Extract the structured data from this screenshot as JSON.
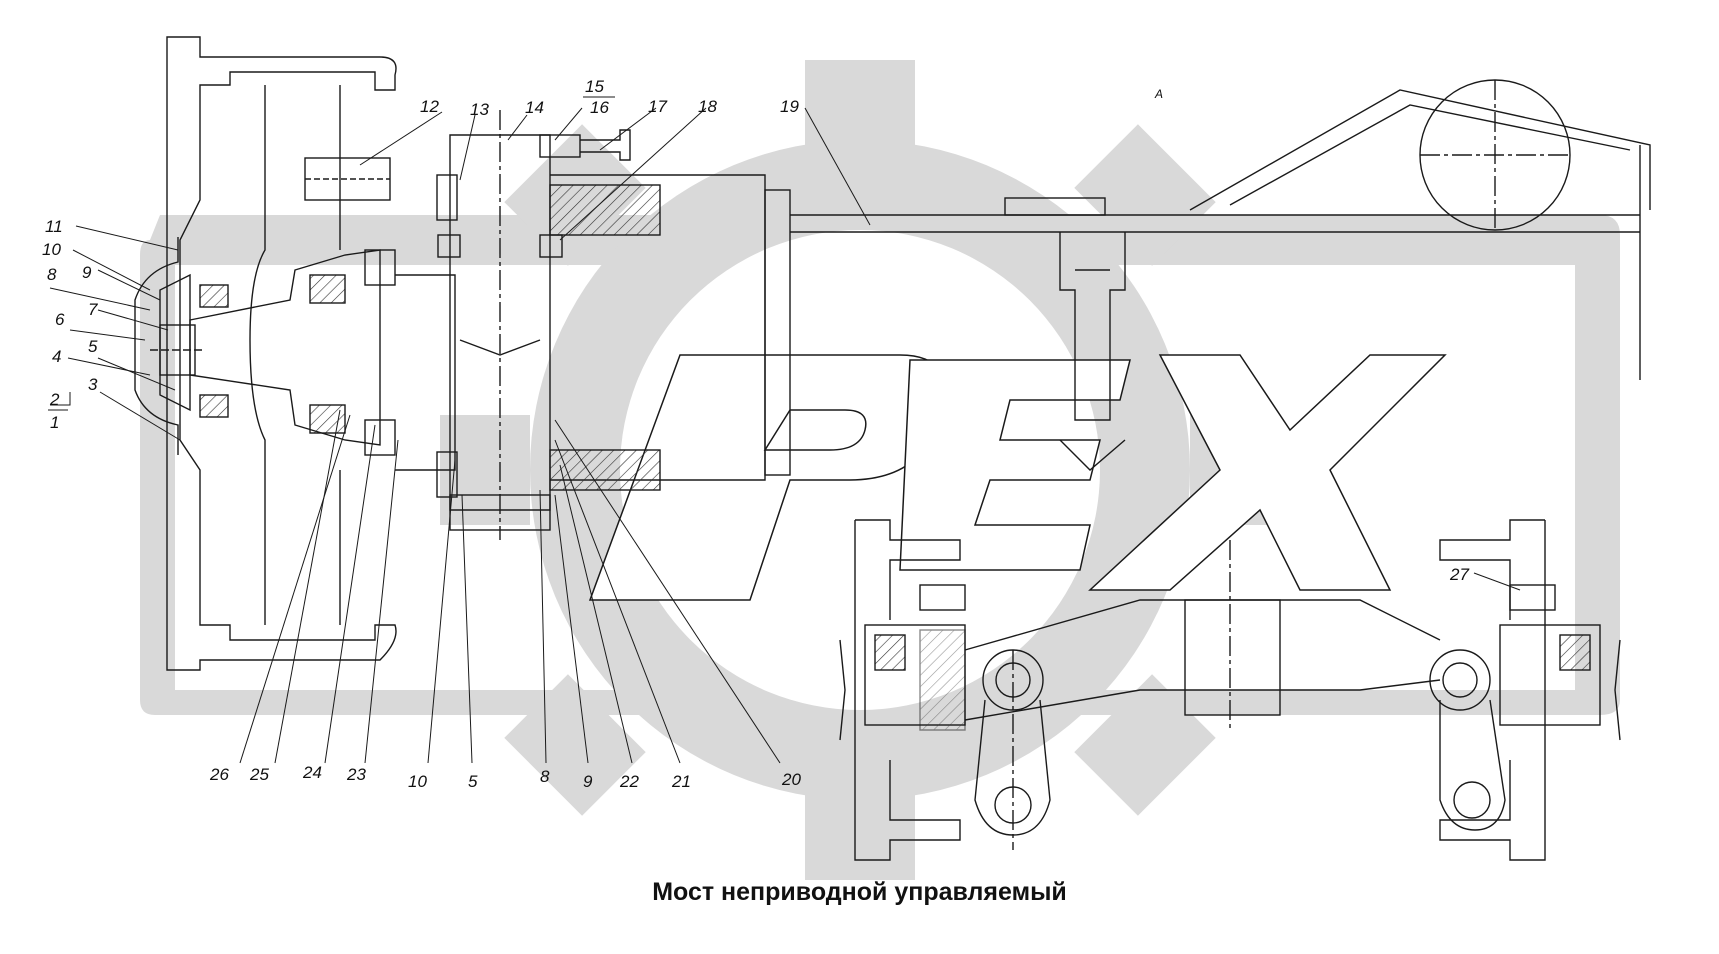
{
  "caption": "Мост неприводной управляемый",
  "view_marker": "A",
  "watermark_text": "PEX",
  "callouts": {
    "c1": "1",
    "c2": "2",
    "c3": "3",
    "c4": "4",
    "c5": "5",
    "c6": "6",
    "c7": "7",
    "c8": "8",
    "c9": "9",
    "c10": "10",
    "c11": "11",
    "c12": "12",
    "c13": "13",
    "c14": "14",
    "c15": "15",
    "c16": "16",
    "c17": "17",
    "c18": "18",
    "c19": "19",
    "c20": "20",
    "c21": "21",
    "c22": "22",
    "c23": "23",
    "c24": "24",
    "c25": "25",
    "c26": "26",
    "c27": "27",
    "b10": "10",
    "b5": "5",
    "b8": "8",
    "b9": "9"
  },
  "colors": {
    "line": "#1a1a1a",
    "watermark": "#d9d9d9",
    "hatch": "#333333"
  }
}
